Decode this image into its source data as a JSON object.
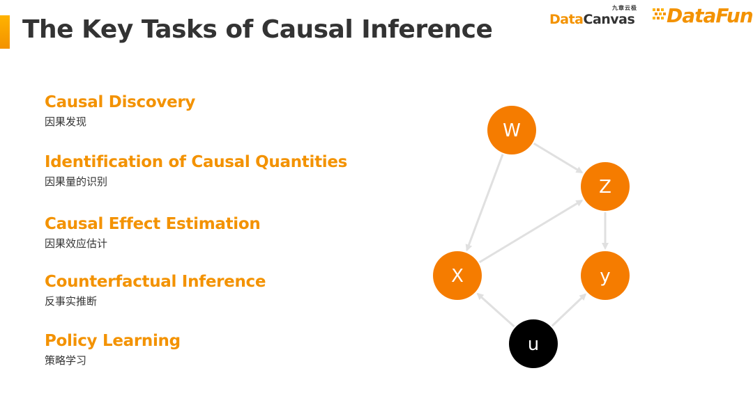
{
  "slide": {
    "title": "The Key Tasks of Causal Inference"
  },
  "logos": {
    "datacanvas_cn": "九章云极",
    "datacanvas_data": "Data",
    "datacanvas_canvas": "Canvas",
    "datafun": "DataFun."
  },
  "tasks": [
    {
      "en": "Causal Discovery",
      "cn": "因果发现"
    },
    {
      "en": "Identification of Causal Quantities",
      "cn": "因果量的识别"
    },
    {
      "en": "Causal Effect Estimation",
      "cn": "因果效应估计"
    },
    {
      "en": "Counterfactual Inference",
      "cn": "反事实推断"
    },
    {
      "en": "Policy Learning",
      "cn": "策略学习"
    }
  ],
  "graph": {
    "nodes": [
      {
        "id": "W",
        "label": "W",
        "observed": true
      },
      {
        "id": "Z",
        "label": "Z",
        "observed": true
      },
      {
        "id": "X",
        "label": "X",
        "observed": true
      },
      {
        "id": "y",
        "label": "y",
        "observed": true
      },
      {
        "id": "u",
        "label": "u",
        "observed": false
      }
    ],
    "edges": [
      {
        "from": "W",
        "to": "Z"
      },
      {
        "from": "W",
        "to": "X"
      },
      {
        "from": "X",
        "to": "Z"
      },
      {
        "from": "Z",
        "to": "y"
      },
      {
        "from": "u",
        "to": "X"
      },
      {
        "from": "u",
        "to": "y"
      }
    ],
    "colors": {
      "observed_node": "#f57c00",
      "latent_node": "#000000",
      "edge": "#e0e0e0",
      "node_text": "#ffffff"
    }
  }
}
